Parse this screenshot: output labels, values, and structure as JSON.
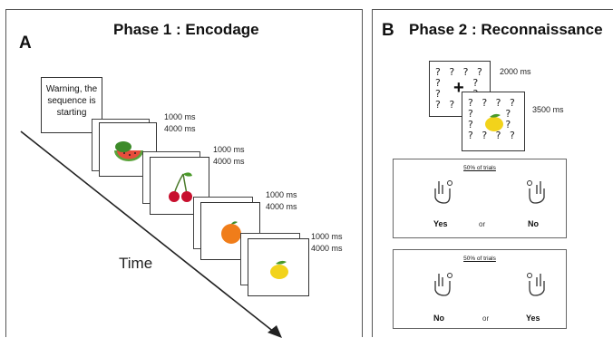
{
  "panel_a": {
    "letter": "A",
    "title": "Phase 1 : Encodage",
    "warning_text": [
      "Warning, the",
      "sequence is",
      "starting"
    ],
    "time_label": "Time",
    "timings": [
      {
        "line1": "1000 ms",
        "line2": "4000 ms"
      },
      {
        "line1": "1000 ms",
        "line2": "4000 ms"
      },
      {
        "line1": "1000 ms",
        "line2": "4000 ms"
      },
      {
        "line1": "1000 ms",
        "line2": "4000 ms"
      }
    ],
    "items": [
      "watermelon-icon",
      "cherry-icon",
      "orange-icon",
      "lemon-icon"
    ]
  },
  "panel_b": {
    "letter": "B",
    "title": "Phase 2 : Reconnaissance",
    "timing_top": "2000 ms",
    "timing_bottom": "3500 ms",
    "trials_label_1": "50% of trials",
    "trials_label_2": "50% of trials",
    "box1": {
      "left": "Yes",
      "mid": "or",
      "right": "No"
    },
    "box2": {
      "left": "No",
      "mid": "or",
      "right": "Yes"
    }
  },
  "colors": {
    "border": "#555555",
    "watermelon": "#5aa33a",
    "cherry": "#c8102e",
    "orange": "#f07d1a",
    "lemon": "#f2d31b"
  }
}
